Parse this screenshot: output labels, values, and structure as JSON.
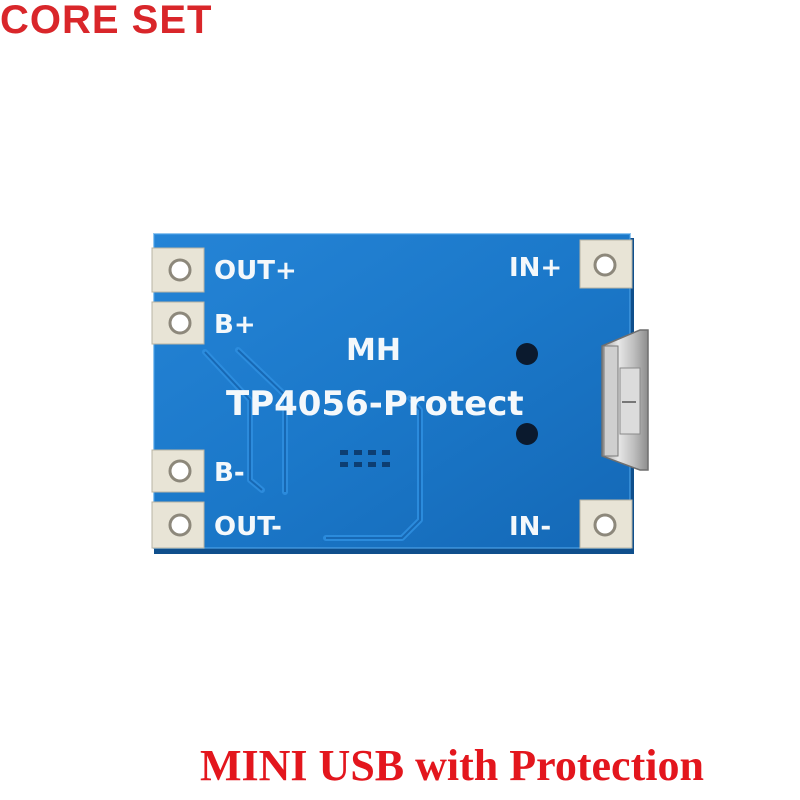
{
  "brand": "CORE SET",
  "caption": "MINI USB with Protection",
  "board": {
    "maker": "MH",
    "model": "TP4056-Protect",
    "pads": {
      "out_plus": "OUT+",
      "b_plus": "B+",
      "b_minus": "B-",
      "out_minus": "OUT-",
      "in_plus": "IN+",
      "in_minus": "IN-"
    }
  },
  "colors": {
    "pcb": "#1b78c9",
    "brand_text": "#d9262a",
    "caption_text": "#e3161d"
  }
}
